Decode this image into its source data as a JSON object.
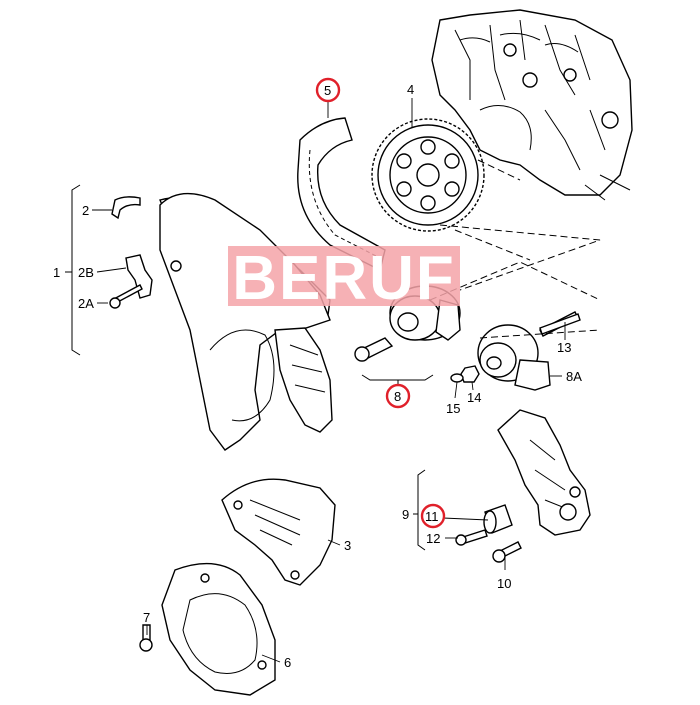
{
  "diagram": {
    "watermark": "BERUF",
    "highlight_color": "#e0202a",
    "watermark_color": "#f4a3a8",
    "labels": {
      "l1": "1",
      "l2": "2",
      "l2b": "2B",
      "l2a": "2A",
      "l3": "3",
      "l4": "4",
      "l5": "5",
      "l6": "6",
      "l7": "7",
      "l8": "8",
      "l8a": "8A",
      "l9": "9",
      "l10": "10",
      "l11": "11",
      "l12": "12",
      "l13": "13",
      "l14": "14",
      "l15": "15"
    }
  }
}
